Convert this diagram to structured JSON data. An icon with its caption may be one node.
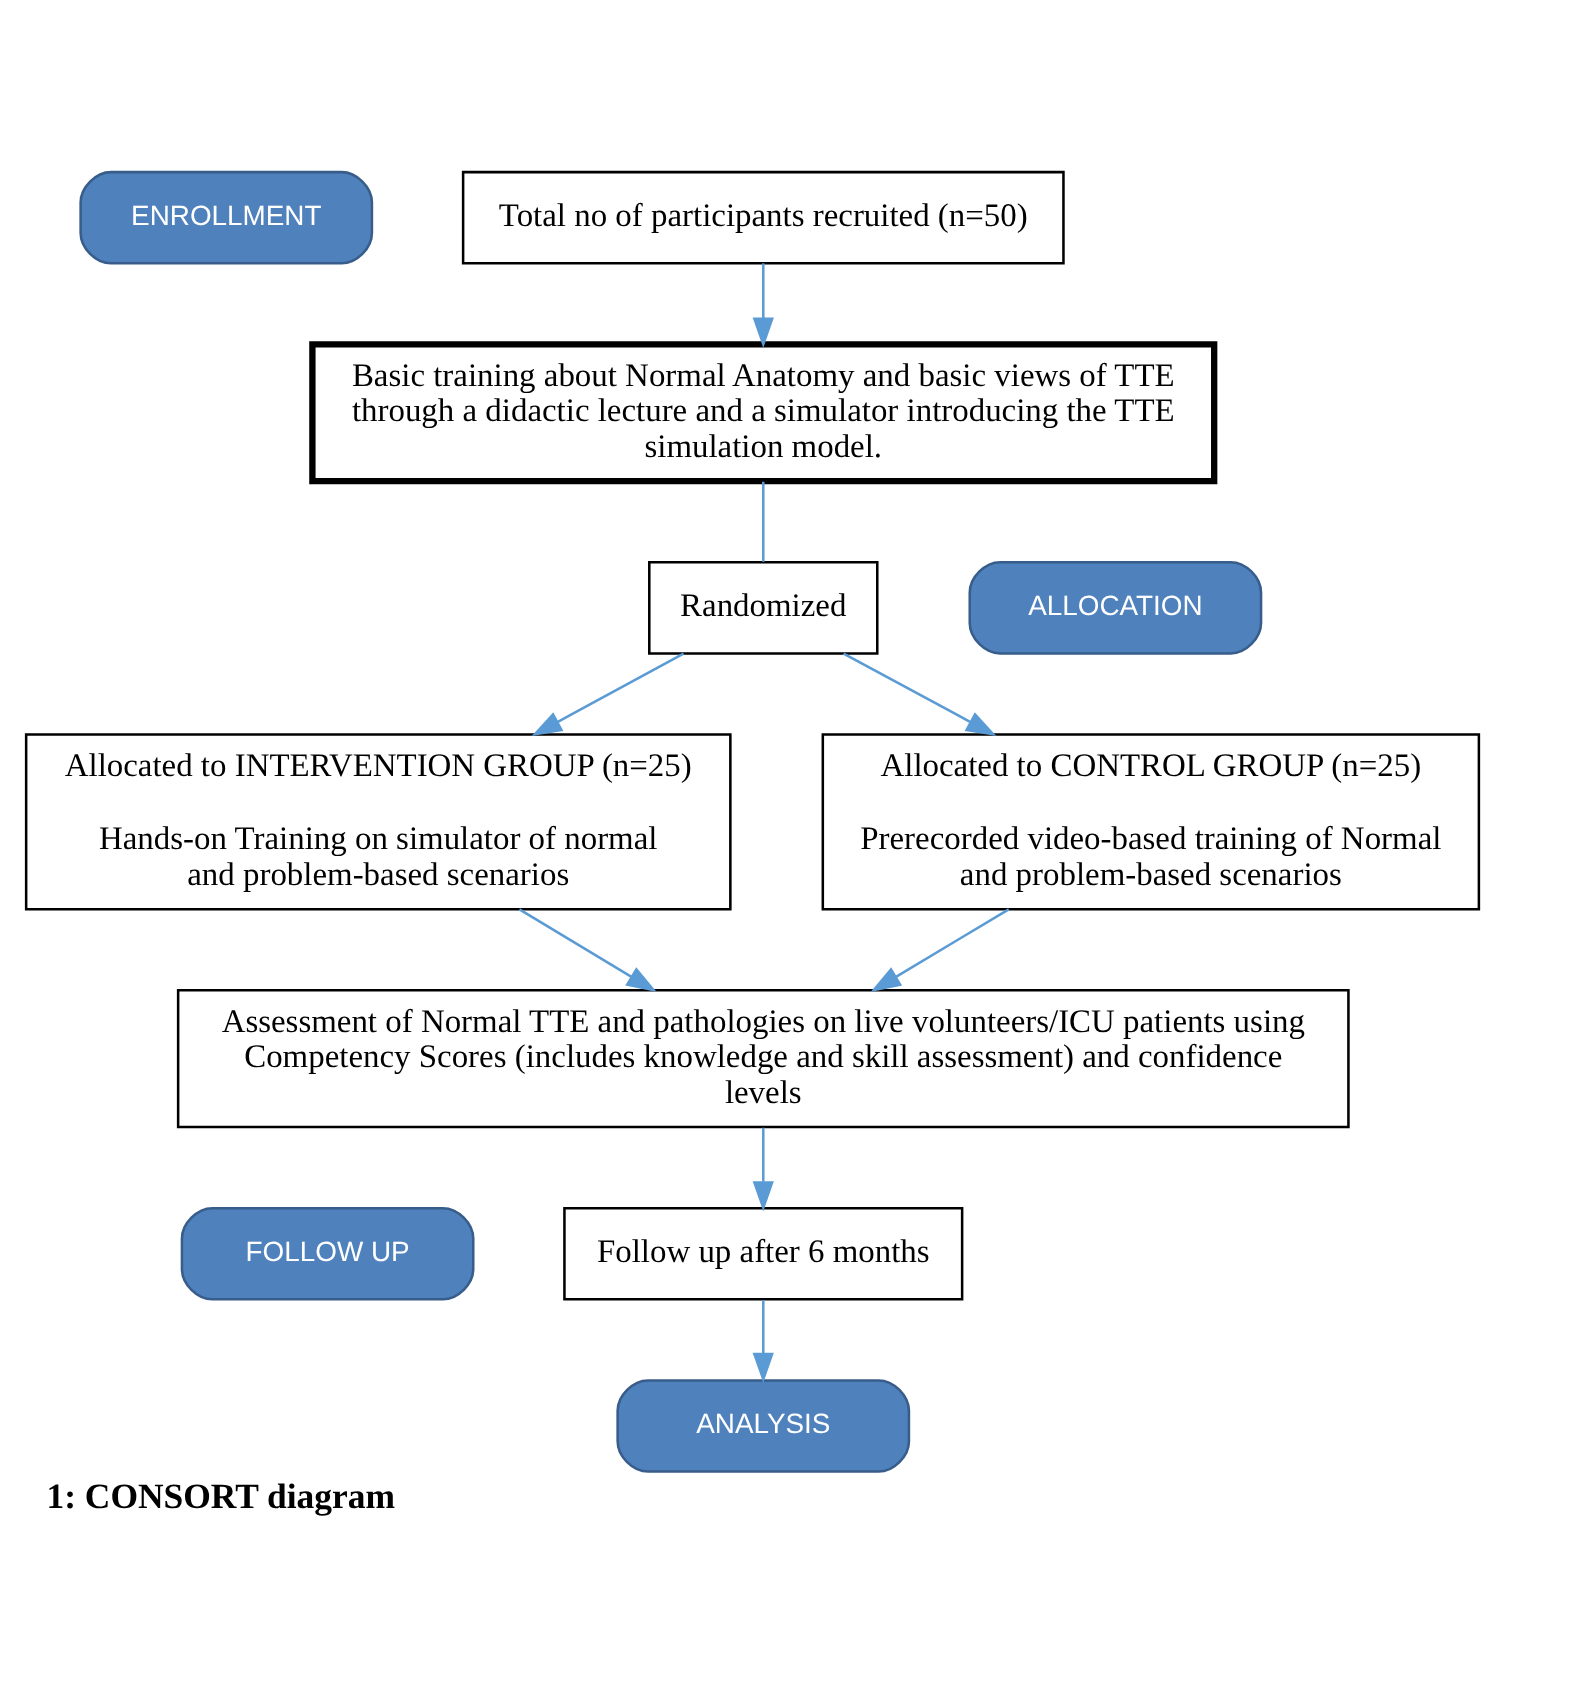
{
  "diagram": {
    "caption": "1: CONSORT diagram",
    "nodes": [
      {
        "text": [
          "ENROLLMENT"
        ]
      },
      {
        "text": [
          "Total no of participants recruited (n=50)"
        ]
      },
      {
        "text": [
          "Basic training about Normal Anatomy and basic views of TTE through a didactic lecture and a simulator introducing the TTE simulation model."
        ]
      },
      {
        "text": [
          "Randomized"
        ]
      },
      {
        "text": [
          "ALLOCATION"
        ]
      },
      {
        "text": [
          "Allocated to INTERVENTION GROUP (n=25)",
          "Hands-on Training on simulator of normal and problem-based scenarios"
        ]
      },
      {
        "text": [
          "Allocated to CONTROL GROUP (n=25)",
          "Prerecorded video-based training of Normal and problem-based scenarios"
        ]
      },
      {
        "text": [
          "Assessment of Normal TTE and pathologies on live volunteers/ICU patients using Competency Scores (includes knowledge and skill assessment) and confidence levels"
        ]
      },
      {
        "text": [
          "FOLLOW UP"
        ]
      },
      {
        "text": [
          "Follow up after 6 months"
        ]
      },
      {
        "text": [
          "ANALYSIS"
        ]
      }
    ],
    "edges": [
      {
        "from": 1,
        "to": 2,
        "arrow": "to"
      },
      {
        "from": 2,
        "to": 3,
        "arrow": "none"
      },
      {
        "from": 3,
        "to": 5,
        "arrow": "to"
      },
      {
        "from": 3,
        "to": 6,
        "arrow": "to"
      },
      {
        "from": 5,
        "to": 7,
        "arrow": "to"
      },
      {
        "from": 6,
        "to": 7,
        "arrow": "to"
      },
      {
        "from": 7,
        "to": 9,
        "arrow": "to"
      },
      {
        "from": 9,
        "to": 10,
        "arrow": "to"
      }
    ]
  }
}
